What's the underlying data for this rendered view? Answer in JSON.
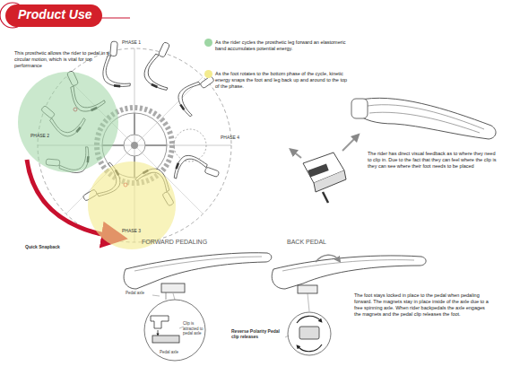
{
  "diagram": {
    "title": "Product Use",
    "nodes": [
      {
        "text": [
          "PHASE 2"
        ]
      },
      {
        "text": [
          "PHASE 3"
        ]
      }
    ],
    "labels": [
      "This prosthetic allows the rider to pedal in a circular motion, which is vital for top performance",
      "PHASE 1",
      "PHASE 4",
      "Quick Snapback",
      "The rider has direct visual feedback as to where they need to clip in. Due to the fact that they can feel where the clip is they can see where their foot needs to be placed",
      "FORWARD PEDALING",
      "BACK PEDAL",
      "Pedal axle",
      "Clip is attracted to pedal axle",
      "Pedal axle",
      "Reverse Polarity Pedal clip releases",
      "The foot stays locked in place to the pedal when pedaling forward. The magnets stay in place inside of the axle due to a free spinning axle. When rider backpedals the axle engages the magnets and the pedal clip releases the foot."
    ],
    "legend": [
      {
        "text": "As the rider cycles the prosthetic leg forward an elastomeric band accumulates potential energy.",
        "color": "#9ed6a4"
      },
      {
        "text": "As the foot rotates to the bottom phase of the cycle, kinetic energy snaps the foot and leg back up and around to the top of the phase.",
        "color": "#f3eb8e"
      }
    ]
  }
}
